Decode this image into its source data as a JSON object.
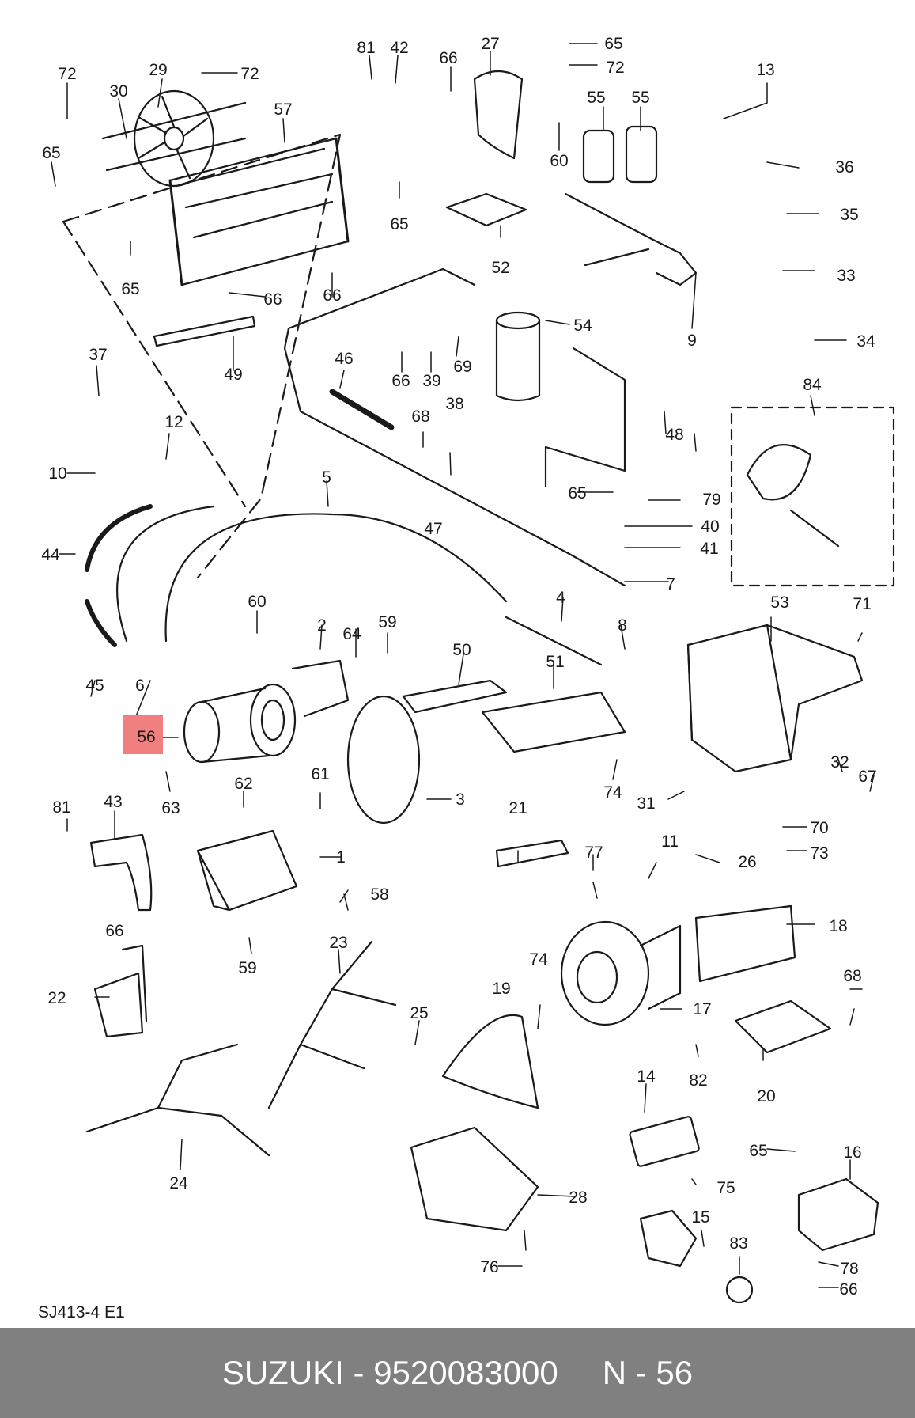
{
  "diagram": {
    "code": "SJ413-4 E1",
    "highlight_color": "#f08080",
    "callouts": [
      {
        "n": "72"
      },
      {
        "n": "29"
      },
      {
        "n": "72"
      },
      {
        "n": "30"
      },
      {
        "n": "65"
      },
      {
        "n": "81"
      },
      {
        "n": "42"
      },
      {
        "n": "66"
      },
      {
        "n": "27"
      },
      {
        "n": "65"
      },
      {
        "n": "72"
      },
      {
        "n": "55"
      },
      {
        "n": "55"
      },
      {
        "n": "13"
      },
      {
        "n": "57"
      },
      {
        "n": "60"
      },
      {
        "n": "36"
      },
      {
        "n": "65"
      },
      {
        "n": "52"
      },
      {
        "n": "35"
      },
      {
        "n": "65"
      },
      {
        "n": "66"
      },
      {
        "n": "66"
      },
      {
        "n": "33"
      },
      {
        "n": "9"
      },
      {
        "n": "54"
      },
      {
        "n": "34"
      },
      {
        "n": "49"
      },
      {
        "n": "37"
      },
      {
        "n": "46"
      },
      {
        "n": "66"
      },
      {
        "n": "39"
      },
      {
        "n": "69"
      },
      {
        "n": "84"
      },
      {
        "n": "12"
      },
      {
        "n": "10"
      },
      {
        "n": "68"
      },
      {
        "n": "38"
      },
      {
        "n": "48"
      },
      {
        "n": "65"
      },
      {
        "n": "79"
      },
      {
        "n": "5"
      },
      {
        "n": "47"
      },
      {
        "n": "40"
      },
      {
        "n": "41"
      },
      {
        "n": "44"
      },
      {
        "n": "7"
      },
      {
        "n": "4"
      },
      {
        "n": "60"
      },
      {
        "n": "2"
      },
      {
        "n": "64"
      },
      {
        "n": "59"
      },
      {
        "n": "53"
      },
      {
        "n": "71"
      },
      {
        "n": "8"
      },
      {
        "n": "45"
      },
      {
        "n": "6"
      },
      {
        "n": "50"
      },
      {
        "n": "51"
      },
      {
        "n": "56"
      },
      {
        "n": "63"
      },
      {
        "n": "62"
      },
      {
        "n": "61"
      },
      {
        "n": "3"
      },
      {
        "n": "74"
      },
      {
        "n": "32"
      },
      {
        "n": "67"
      },
      {
        "n": "81"
      },
      {
        "n": "43"
      },
      {
        "n": "31"
      },
      {
        "n": "70"
      },
      {
        "n": "21"
      },
      {
        "n": "73"
      },
      {
        "n": "1"
      },
      {
        "n": "77"
      },
      {
        "n": "11"
      },
      {
        "n": "26"
      },
      {
        "n": "58"
      },
      {
        "n": "66"
      },
      {
        "n": "18"
      },
      {
        "n": "23"
      },
      {
        "n": "59"
      },
      {
        "n": "74"
      },
      {
        "n": "68"
      },
      {
        "n": "22"
      },
      {
        "n": "19"
      },
      {
        "n": "17"
      },
      {
        "n": "25"
      },
      {
        "n": "82"
      },
      {
        "n": "20"
      },
      {
        "n": "14"
      },
      {
        "n": "65"
      },
      {
        "n": "16"
      },
      {
        "n": "24"
      },
      {
        "n": "75"
      },
      {
        "n": "28"
      },
      {
        "n": "15"
      },
      {
        "n": "83"
      },
      {
        "n": "78"
      },
      {
        "n": "76"
      },
      {
        "n": "66"
      }
    ]
  },
  "footer": {
    "brand": "SUZUKI",
    "separator": "-",
    "part_number": "9520083000",
    "ref": "N - 56"
  }
}
